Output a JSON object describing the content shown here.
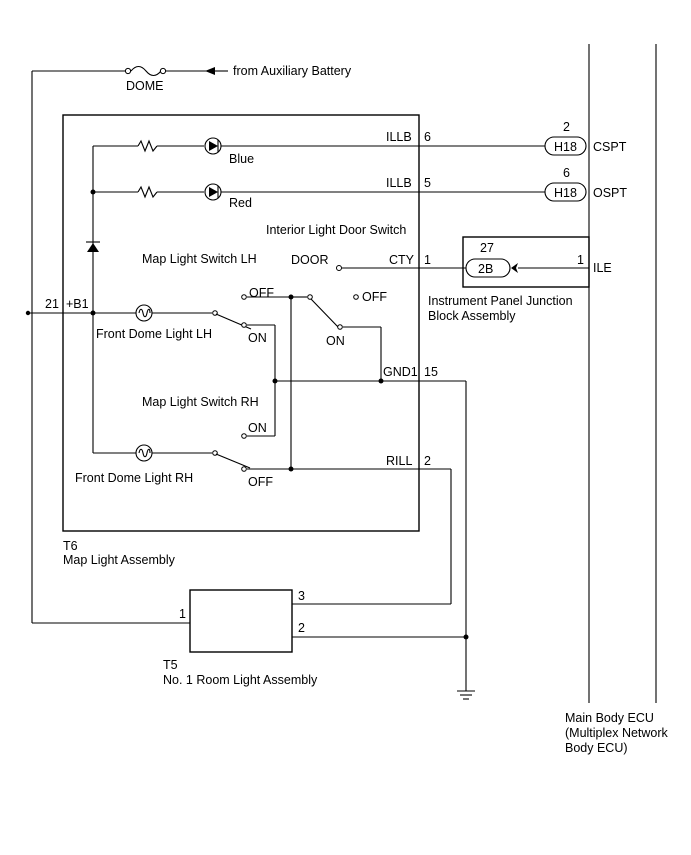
{
  "labels": {
    "dome": "DOME",
    "from_aux": "from Auxiliary Battery",
    "illb": "ILLB",
    "pin6": "6",
    "pin5": "5",
    "blue": "Blue",
    "red": "Red",
    "conn_h18": "H18",
    "pin2_top": "2",
    "pin6_top": "6",
    "cspt": "CSPT",
    "ospt": "OSPT",
    "interior_door_switch": "Interior Light Door Switch",
    "map_switch_lh": "Map Light Switch LH",
    "door": "DOOR",
    "cty": "CTY",
    "pin1": "1",
    "pin27": "27",
    "conn_2b": "2B",
    "pin1_ecu": "1",
    "ile": "ILE",
    "ipjb_line1": "Instrument Panel Junction",
    "ipjb_line2": "Block Assembly",
    "pin21": "21",
    "b1": "+B1",
    "off": "OFF",
    "on": "ON",
    "front_dome_lh": "Front Dome Light LH",
    "gnd1": "GND1",
    "pin15": "15",
    "map_switch_rh": "Map Light Switch RH",
    "front_dome_rh": "Front Dome Light RH",
    "rill": "RILL",
    "pin2": "2",
    "t6": "T6",
    "map_light_assembly": "Map Light Assembly",
    "t5_pin1": "1",
    "t5_pin3": "3",
    "t5_pin2": "2",
    "t5": "T5",
    "room_light_assembly": "No. 1 Room Light Assembly",
    "ecu_line1": "Main Body ECU",
    "ecu_line2": "(Multiplex Network",
    "ecu_line3": "Body ECU)"
  }
}
